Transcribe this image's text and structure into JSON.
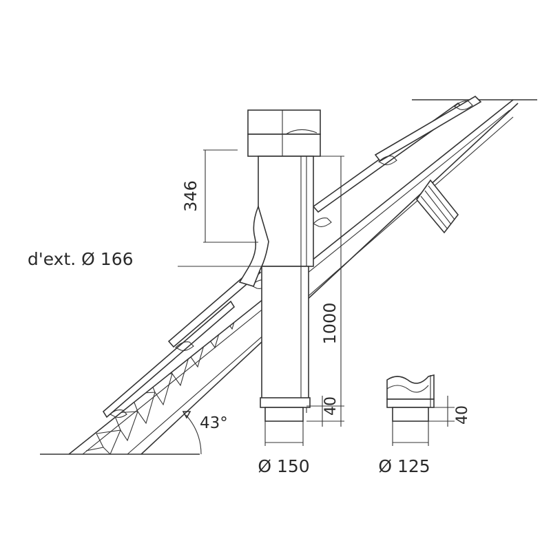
{
  "diagram": {
    "labels": {
      "outer_diameter": "d'ext. Ø 166",
      "height_top": "346",
      "height_main": "1000",
      "height_collar": "40",
      "height_collar_detail": "40",
      "diameter_main": "Ø 150",
      "diameter_detail": "Ø 125",
      "roof_angle": "43°"
    },
    "colors": {
      "line": "#333333",
      "shade": "#e6e6e6",
      "background": "#ffffff"
    }
  }
}
